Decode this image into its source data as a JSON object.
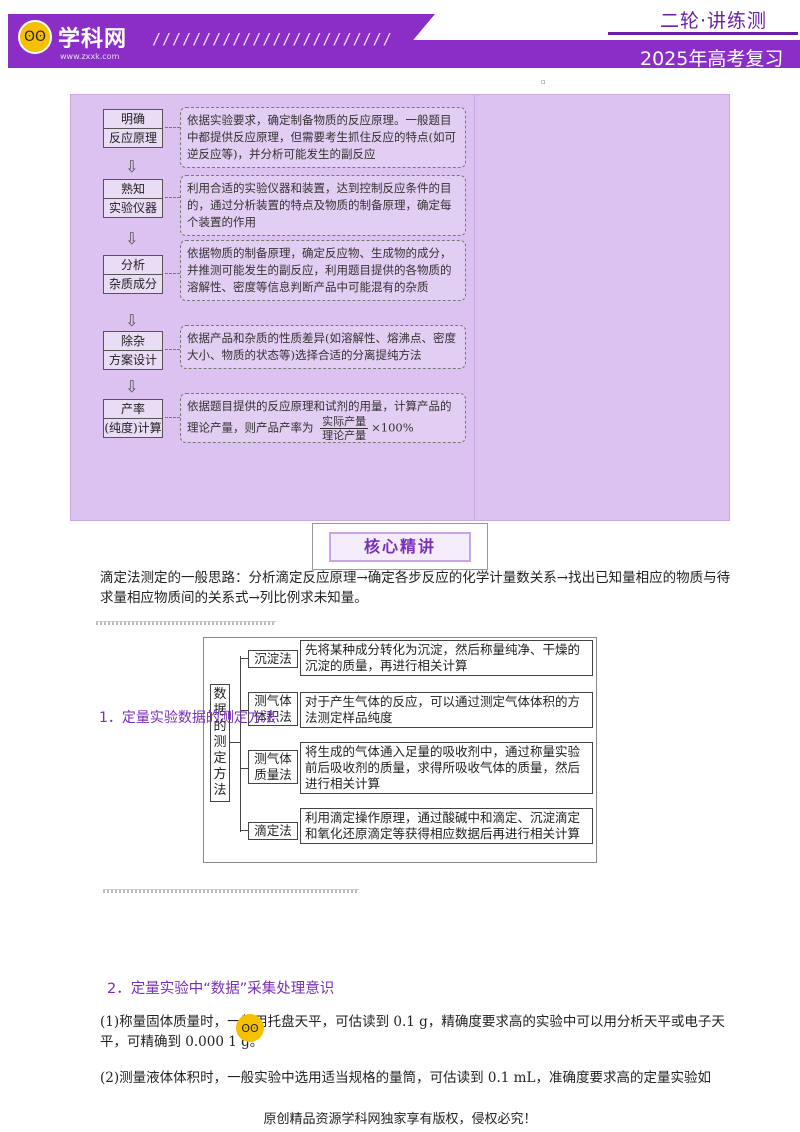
{
  "header": {
    "logo_text": "学科网",
    "logo_url": "www.zxxk.com",
    "stripes": "////////////////////////",
    "title1": "二轮·讲练测",
    "title2": "2025年高考复习",
    "mark": "▫"
  },
  "flow": {
    "steps": [
      {
        "l1": "明确",
        "l2": "反应原理",
        "desc": "依据实验要求，确定制备物质的反应原理。一般题目中都提供反应原理，但需要考生抓住反应的特点(如可逆反应等)，并分析可能发生的副反应"
      },
      {
        "l1": "熟知",
        "l2": "实验仪器",
        "desc": "利用合适的实验仪器和装置，达到控制反应条件的目的，通过分析装置的特点及物质的制备原理，确定每个装置的作用"
      },
      {
        "l1": "分析",
        "l2": "杂质成分",
        "desc": "依据物质的制备原理，确定反应物、生成物的成分，并推测可能发生的副反应，利用题目提供的各物质的溶解性、密度等信息判断产品中可能混有的杂质"
      },
      {
        "l1": "除杂",
        "l2": "方案设计",
        "desc": "依据产品和杂质的性质差异(如溶解性、熔沸点、密度大小、物质的状态等)选择合适的分离提纯方法"
      },
      {
        "l1": "产率",
        "l2": "(纯度)计算",
        "desc": "依据题目提供的反应原理和试剂的用量，计算产品的理论产量，则产品产率为"
      }
    ],
    "arrow": "⇩",
    "frac_num": "实际产量",
    "frac_den": "理论产量",
    "frac_tail": "×100%"
  },
  "banner": "核心精讲",
  "intro": "滴定法测定的一般思路：分析滴定反应原理→确定各步反应的化学计量数关系→找出已知量相应的物质与待求量相应物质间的关系式→列比例求未知量。",
  "section1": "1．定量实验数据的测定方法",
  "methods": {
    "root": "数据的测定方法",
    "items": [
      {
        "name": "沉淀法",
        "desc": "先将某种成分转化为沉淀，然后称量纯净、干燥的沉淀的质量，再进行相关计算"
      },
      {
        "name": "测气体体积法",
        "desc": "对于产生气体的反应，可以通过测定气体体积的方法测定样品纯度"
      },
      {
        "name": "测气体质量法",
        "desc": "将生成的气体通入足量的吸收剂中，通过称量实验前后吸收剂的质量，求得所吸收气体的质量，然后进行相关计算"
      },
      {
        "name": "滴定法",
        "desc": "利用滴定操作原理，通过酸碱中和滴定、沉淀滴定和氧化还原滴定等获得相应数据后再进行相关计算"
      }
    ]
  },
  "section2": "2．定量实验中“数据”采集处理意识",
  "p1": "(1)称量固体质量时，一般用托盘天平，可估读到 0.1 g，精确度要求高的实验中可以用分析天平或电子天平，可精确到 0.000 1 g。",
  "p2": "(2)测量液体体积时，一般实验中选用适当规格的量筒，可估读到 0.1 mL，准确度要求高的定量实验如",
  "footer": "原创精品资源学科网独家享有版权，侵权必究！"
}
